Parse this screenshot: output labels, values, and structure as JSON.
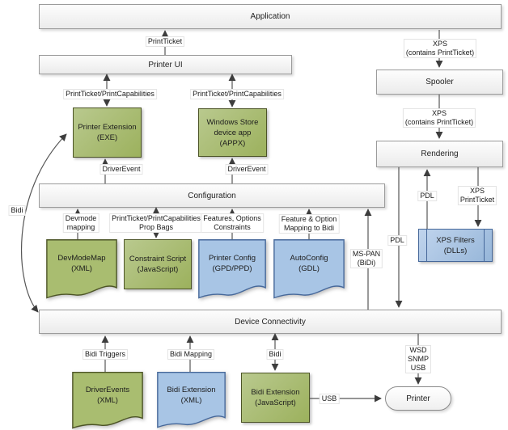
{
  "boxes": {
    "application": "Application",
    "printer_ui": "Printer UI",
    "configuration": "Configuration",
    "device_connectivity": "Device Connectivity",
    "spooler": "Spooler",
    "rendering": "Rendering",
    "printer": "Printer"
  },
  "nodes": {
    "printer_extension": {
      "lines": [
        "Printer Extension",
        "(EXE)"
      ]
    },
    "windows_store_app": {
      "lines": [
        "Windows Store",
        "device app",
        "(APPX)"
      ]
    },
    "devmodemap": {
      "lines": [
        "DevModeMap",
        "(XML)"
      ]
    },
    "constraint_script": {
      "lines": [
        "Constraint Script",
        "(JavaScript)"
      ]
    },
    "printer_config": {
      "lines": [
        "Printer Config",
        "(GPD/PPD)"
      ]
    },
    "autoconfig": {
      "lines": [
        "AutoConfig",
        "(GDL)"
      ]
    },
    "xps_filters": {
      "lines": [
        "XPS Filters",
        "(DLLs)"
      ]
    },
    "driverevents": {
      "lines": [
        "DriverEvents",
        "(XML)"
      ]
    },
    "bidi_extension_xml": {
      "lines": [
        "Bidi Extension",
        "(XML)"
      ]
    },
    "bidi_extension_js": {
      "lines": [
        "Bidi Extension",
        "(JavaScript)"
      ]
    }
  },
  "labels": {
    "print_ticket": {
      "lines": [
        "PrintTicket"
      ]
    },
    "ptpc_left": {
      "lines": [
        "PrintTicket/PrintCapabilities"
      ]
    },
    "ptpc_right": {
      "lines": [
        "PrintTicket/PrintCapabilities"
      ]
    },
    "driverevent_left": {
      "lines": [
        "DriverEvent"
      ]
    },
    "driverevent_right": {
      "lines": [
        "DriverEvent"
      ]
    },
    "xps_contains_1": {
      "lines": [
        "XPS",
        "(contains PrintTicket)"
      ]
    },
    "xps_contains_2": {
      "lines": [
        "XPS",
        "(contains PrintTicket)"
      ]
    },
    "devmode_mapping": {
      "lines": [
        "Devmode",
        "mapping"
      ]
    },
    "ptpc_propbags": {
      "lines": [
        "PrintTicket/PrintCapabilities",
        "Prop Bags"
      ]
    },
    "features_options": {
      "lines": [
        "Features, Options",
        "Constraints"
      ]
    },
    "feature_option_bidi": {
      "lines": [
        "Feature & Option",
        "Mapping to Bidi"
      ]
    },
    "ms_pan": {
      "lines": [
        "MS-PAN",
        "(BiDi)"
      ]
    },
    "pdl_long": {
      "lines": [
        "PDL"
      ]
    },
    "pdl_filters": {
      "lines": [
        "PDL"
      ]
    },
    "xps_printticket": {
      "lines": [
        "XPS",
        "PrintTicket"
      ]
    },
    "bidi_left": {
      "lines": [
        "Bidi"
      ]
    },
    "bidi_triggers": {
      "lines": [
        "Bidi Triggers"
      ]
    },
    "bidi_mapping": {
      "lines": [
        "Bidi Mapping"
      ]
    },
    "bidi_center": {
      "lines": [
        "Bidi"
      ]
    },
    "wsd_snmp_usb": {
      "lines": [
        "WSD",
        "SNMP",
        "USB"
      ]
    },
    "usb": {
      "lines": [
        "USB"
      ]
    }
  },
  "colors": {
    "green_fill": "#a9bd70",
    "green_border": "#4c5426",
    "blue_fill": "#a8c5e5",
    "blue_border": "#46689a",
    "gray_fill": "#f2f2f2",
    "gray_border": "#9b9b9b",
    "line": "#565656"
  }
}
